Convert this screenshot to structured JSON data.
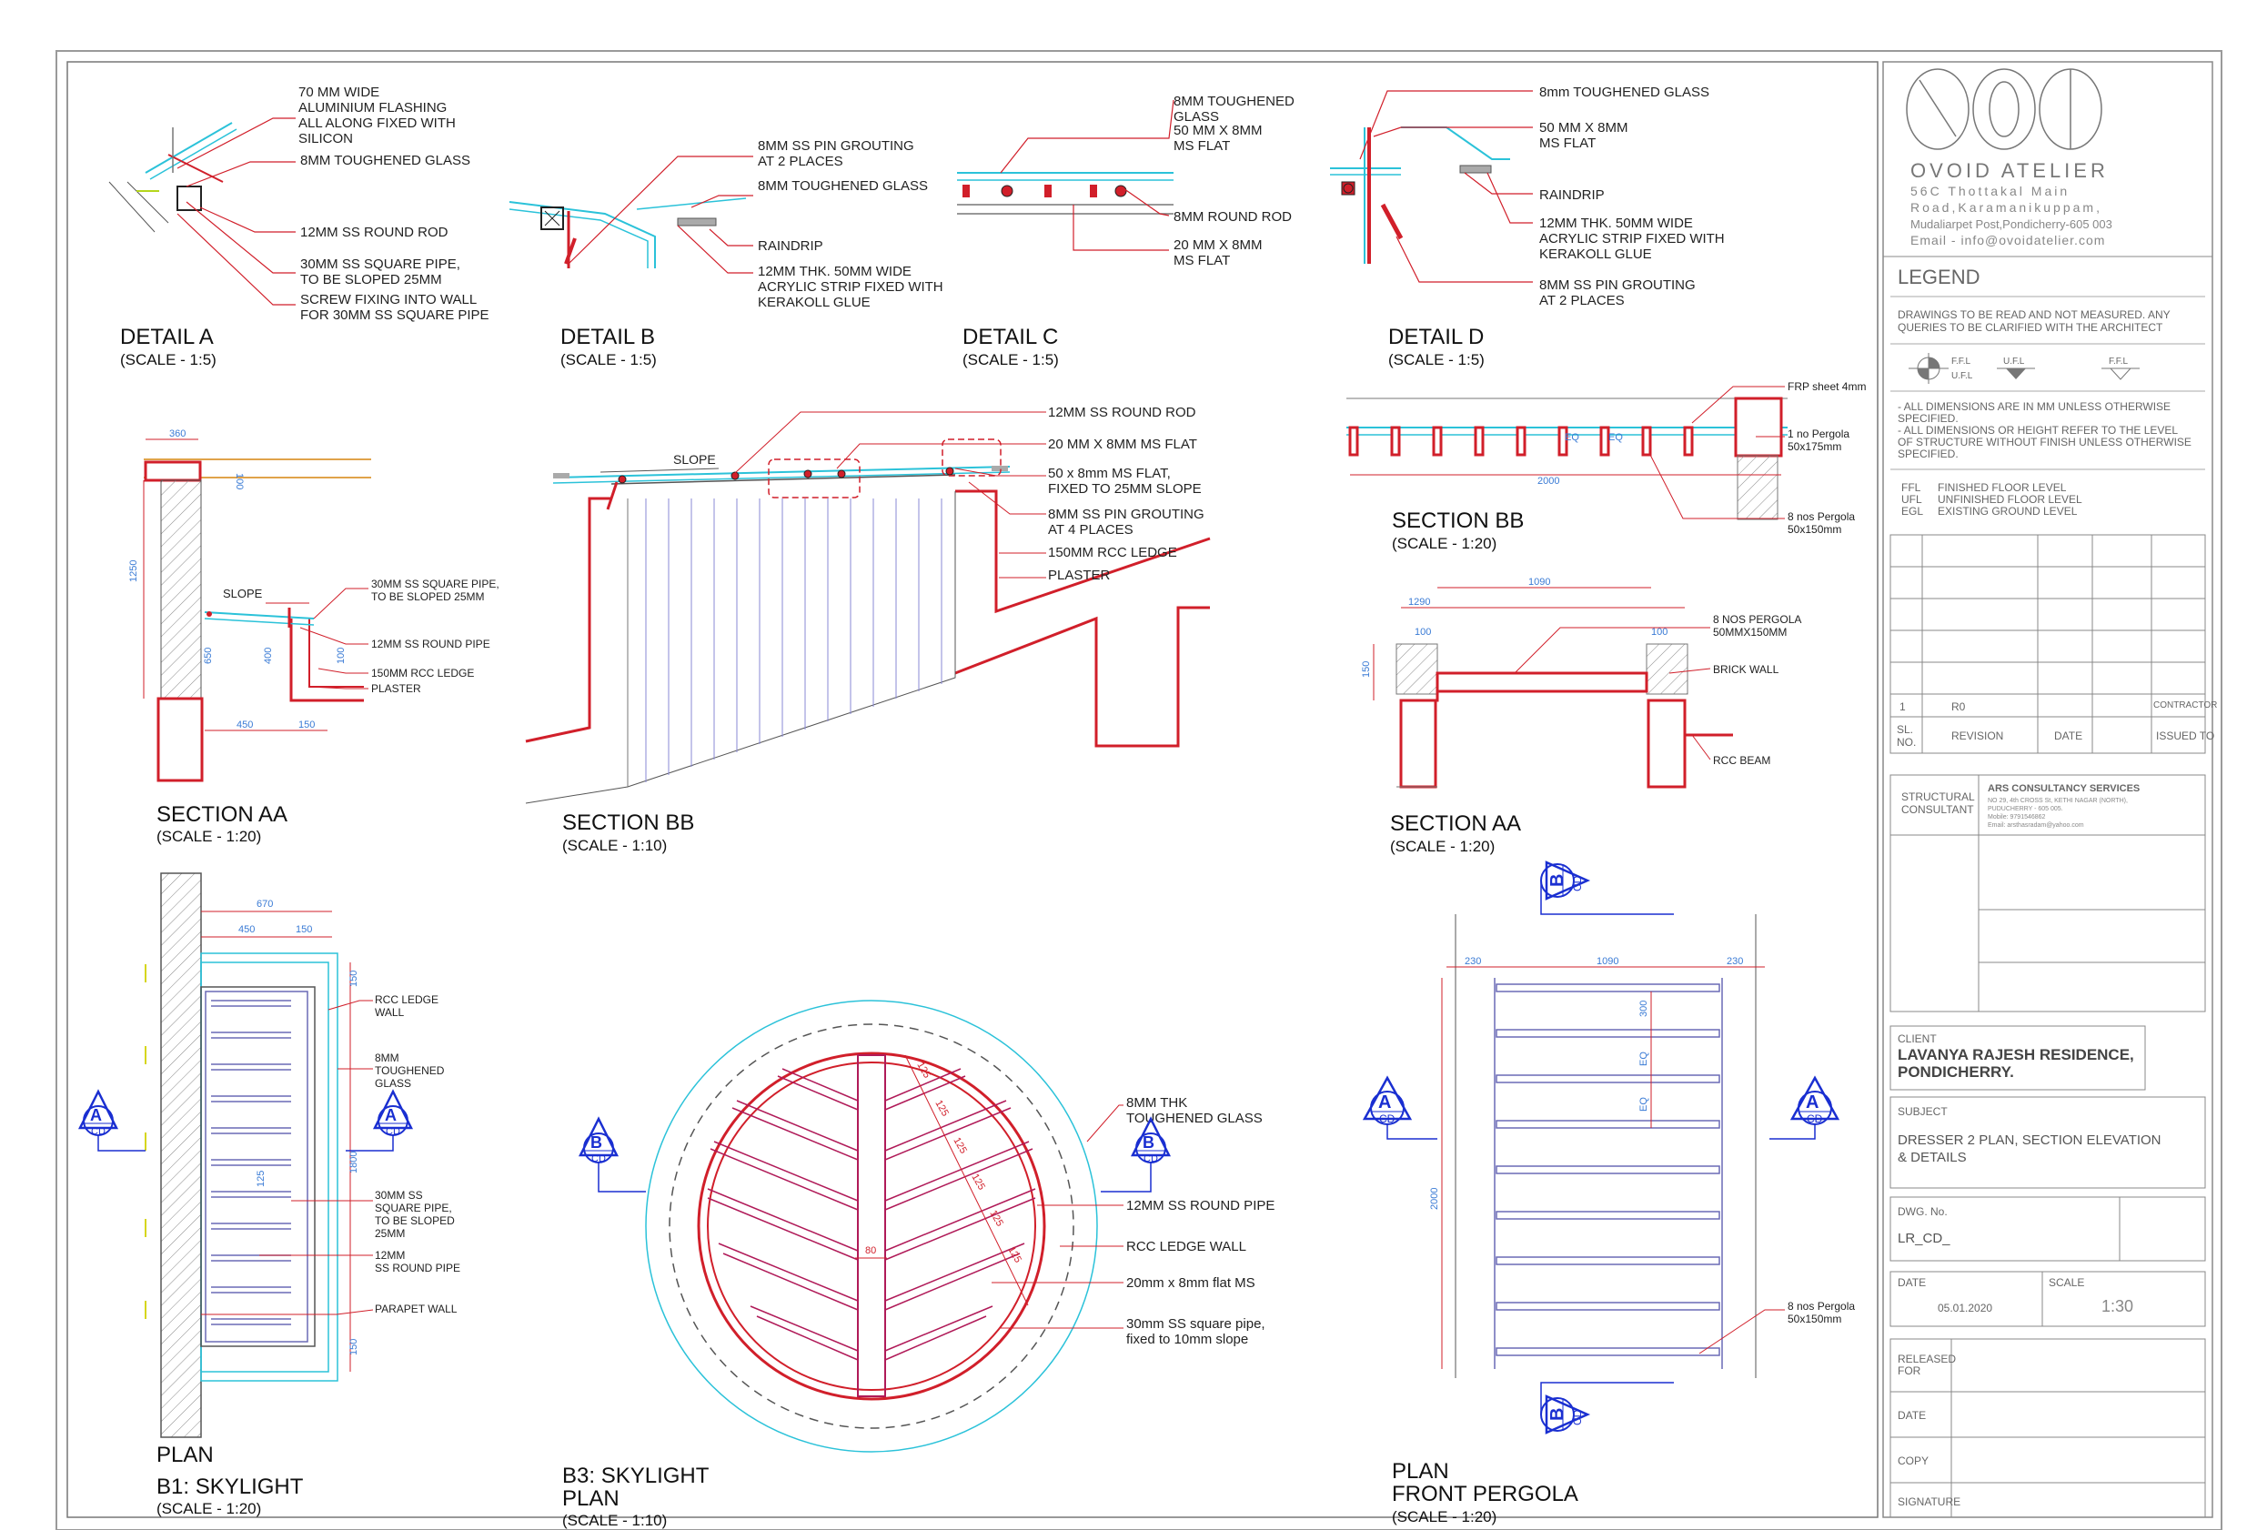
{
  "details": {
    "a": {
      "title": "DETAIL A",
      "scale": "(SCALE - 1:5)",
      "notes": [
        "70 MM WIDE",
        "ALUMINIUM FLASHING",
        "ALL ALONG FIXED WITH",
        "SILICON",
        "8MM TOUGHENED GLASS",
        "12MM SS ROUND ROD",
        "30MM SS SQUARE PIPE,",
        "TO BE SLOPED 25MM",
        "SCREW FIXING INTO WALL",
        "FOR 30MM SS SQUARE PIPE"
      ]
    },
    "b": {
      "title": "DETAIL B",
      "scale": "(SCALE - 1:5)",
      "notes": [
        "8MM SS PIN GROUTING",
        "AT 2 PLACES",
        "8MM TOUGHENED GLASS",
        "RAINDRIP",
        "12MM THK. 50MM WIDE",
        "ACRYLIC STRIP FIXED WITH",
        "KERAKOLL GLUE"
      ]
    },
    "c": {
      "title": "DETAIL C",
      "scale": "(SCALE - 1:5)",
      "notes": [
        "8MM TOUGHENED",
        "GLASS",
        "50 MM X 8MM",
        "MS FLAT",
        "8MM ROUND ROD",
        "20 MM X 8MM",
        "MS FLAT"
      ]
    },
    "d": {
      "title": "DETAIL D",
      "scale": "(SCALE - 1:5)",
      "notes": [
        "8mm TOUGHENED GLASS",
        "50 MM X 8MM",
        "MS FLAT",
        "RAINDRIP",
        "12MM THK. 50MM WIDE",
        "ACRYLIC STRIP FIXED WITH",
        "KERAKOLL GLUE",
        "8MM SS PIN GROUTING",
        "AT 2 PLACES"
      ]
    }
  },
  "sections": {
    "aa_left": {
      "title": "SECTION AA",
      "scale": "(SCALE - 1:20)",
      "notes": [
        "30MM SS SQUARE PIPE,",
        "TO BE SLOPED 25MM",
        "12MM SS ROUND PIPE",
        "150MM RCC LEDGE",
        "PLASTER",
        "SLOPE"
      ],
      "dims": [
        "360",
        "100",
        "1250",
        "450",
        "150",
        "400",
        "100",
        "650"
      ]
    },
    "bb_center": {
      "title": "SECTION BB",
      "scale": "(SCALE - 1:10)",
      "notes": [
        "12MM SS ROUND ROD",
        "20 MM X 8MM MS FLAT",
        "50 x 8mm MS FLAT,",
        "FIXED TO 25MM SLOPE",
        "8MM SS PIN GROUTING",
        "AT 4 PLACES",
        "150MM RCC LEDGE",
        "PLASTER",
        "SLOPE"
      ]
    },
    "bb_right": {
      "title": "SECTION BB",
      "scale": "(SCALE - 1:20)",
      "notes": [
        "FRP sheet 4mm",
        "1 no Pergola",
        "50x175mm",
        "8 nos Pergola",
        "50x150mm",
        "EQ",
        "EQ"
      ],
      "dims": [
        "2000"
      ]
    },
    "aa_right": {
      "title": "SECTION AA",
      "scale": "(SCALE - 1:20)",
      "notes": [
        "8 NOS PERGOLA",
        "50MMX150MM",
        "BRICK WALL",
        "RCC BEAM"
      ],
      "dims": [
        "1090",
        "1290",
        "100",
        "100",
        "150"
      ]
    }
  },
  "plans": {
    "b1": {
      "title1": "PLAN",
      "title2": "B1: SKYLIGHT",
      "scale": "(SCALE - 1:20)",
      "notes": [
        "RCC LEDGE",
        "WALL",
        "8MM",
        "TOUGHENED",
        "GLASS",
        "30MM SS",
        "SQUARE PIPE,",
        "TO BE SLOPED",
        "25MM",
        "12MM",
        "SS ROUND PIPE",
        "PARAPET WALL"
      ],
      "dims": [
        "670",
        "450",
        "150",
        "150",
        "1800",
        "125",
        "150"
      ]
    },
    "b3": {
      "title1": "B3: SKYLIGHT",
      "title2": "PLAN",
      "scale": "(SCALE - 1:10)",
      "notes": [
        "8MM THK",
        "TOUGHENED GLASS",
        "12MM SS ROUND PIPE",
        "RCC LEDGE WALL",
        "20mm x 8mm flat MS",
        "30mm SS square pipe,",
        "fixed to 10mm slope"
      ],
      "dims": [
        "80",
        "125",
        "125",
        "125",
        "125",
        "125",
        "125"
      ]
    },
    "pergola": {
      "title1": "PLAN",
      "title2": "FRONT PERGOLA",
      "scale": "(SCALE - 1:20)",
      "notes": [
        "8 nos Pergola",
        "50x150mm"
      ],
      "dims": [
        "230",
        "1090",
        "230",
        "300",
        "EQ",
        "EQ",
        "2000"
      ]
    }
  },
  "markers": {
    "a": "A",
    "b": "B",
    "cd": "CD"
  },
  "titleblock": {
    "brand": "OVOID ATELIER",
    "address": [
      "56C Thottakal Main",
      "Road,Karamanikuppam,",
      "Mudaliarpet Post,Pondicherry-605 003",
      "Email - info@ovoidatelier.com"
    ],
    "legend_title": "LEGEND",
    "legend_note": [
      "DRAWINGS TO BE READ AND NOT MEASURED. ANY",
      "QUERIES TO BE CLARIFIED WITH THE ARCHITECT"
    ],
    "level_symbols": [
      "F.F.L",
      "U.F.L",
      "U.F.L",
      "F.F.L"
    ],
    "dim_notes": [
      "- ALL DIMENSIONS ARE IN MM UNLESS OTHERWISE",
      "SPECIFIED.",
      "- ALL DIMENSIONS OR HEIGHT REFER TO THE LEVEL",
      "OF STRUCTURE WITHOUT FINISH UNLESS OTHERWISE",
      "SPECIFIED."
    ],
    "abbrev": [
      {
        "code": "FFL",
        "text": "FINISHED FLOOR LEVEL"
      },
      {
        "code": "UFL",
        "text": "UNFINISHED FLOOR LEVEL"
      },
      {
        "code": "EGL",
        "text": "EXISTING GROUND LEVEL"
      }
    ],
    "revision_row": {
      "no": "1",
      "rev": "R0",
      "date": "",
      "issued": "CONTRACTOR"
    },
    "revision_headers": {
      "no1": "SL.",
      "no2": "NO.",
      "rev": "REVISION",
      "date": "DATE",
      "issued": "ISSUED TO"
    },
    "structural_label": [
      "STRUCTURAL",
      "CONSULTANT"
    ],
    "consultant": {
      "name": "ARS CONSULTANCY SERVICES",
      "lines": [
        "NO 29, 4th CROSS St, KETHI NAGAR (NORTH),",
        "PUDUCHERRY - 605 005.",
        "Mobile: 9791546862",
        "Email: arsthasradam@yahoo.com"
      ]
    },
    "client_label": "CLIENT",
    "client": [
      "LAVANYA RAJESH RESIDENCE,",
      "PONDICHERRY."
    ],
    "subject_label": "SUBJECT",
    "subject": [
      "DRESSER 2 PLAN, SECTION ELEVATION",
      "& DETAILS"
    ],
    "dwg_label": "DWG. No.",
    "dwg_no": "LR_CD_",
    "date_label": "DATE",
    "date": "05.01.2020",
    "scale_label": "SCALE",
    "scale": "1:30",
    "released_label": [
      "RELEASED",
      "FOR"
    ],
    "date2_label": "DATE",
    "copy_label": "COPY",
    "signature_label": "SIGNATURE"
  },
  "colors": {
    "red": "#d11f2a",
    "blue": "#1a2fd1",
    "cyan": "#2bc2d9",
    "line": "#555555",
    "border": "#888888"
  }
}
